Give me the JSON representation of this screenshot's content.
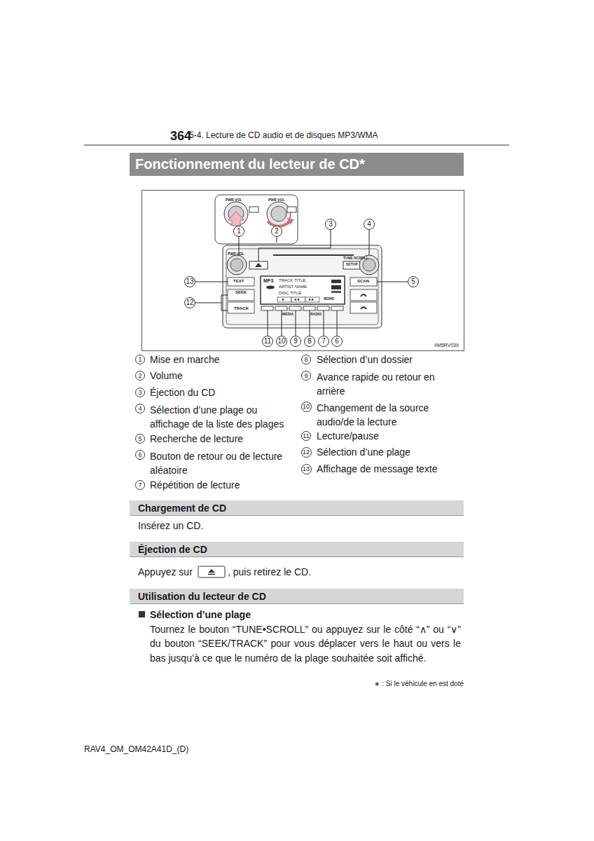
{
  "diagram": {
    "title": "Fonctionnement du lecteur de CD*",
    "nodes": [
      {
        "text": [
          "1"
        ]
      },
      {
        "text": [
          "2"
        ]
      },
      {
        "text": [
          "3"
        ]
      },
      {
        "text": [
          "4"
        ]
      },
      {
        "text": [
          "5"
        ]
      },
      {
        "text": [
          "6"
        ]
      },
      {
        "text": [
          "7"
        ]
      },
      {
        "text": [
          "8"
        ]
      },
      {
        "text": [
          "9"
        ]
      },
      {
        "text": [
          "10"
        ]
      },
      {
        "text": [
          "11"
        ]
      },
      {
        "text": [
          "12"
        ]
      },
      {
        "text": [
          "13"
        ]
      },
      {
        "text": [
          "1"
        ]
      },
      {
        "text": [
          "2"
        ]
      },
      {
        "text": [
          "3"
        ]
      },
      {
        "text": [
          "4"
        ]
      },
      {
        "text": [
          "5"
        ]
      },
      {
        "text": [
          "6"
        ]
      },
      {
        "text": [
          "7"
        ]
      },
      {
        "text": [
          "8"
        ]
      },
      {
        "text": [
          "9"
        ]
      },
      {
        "text": [
          "10"
        ]
      },
      {
        "text": [
          "11"
        ]
      },
      {
        "text": [
          "12"
        ]
      },
      {
        "text": [
          "13"
        ]
      },
      {
        "text": [
          "Chargement de CD"
        ]
      },
      {
        "text": [
          "Éjection de CD"
        ]
      },
      {
        "text": [
          "Utilisation du lecteur de CD"
        ]
      }
    ],
    "labels": [
      "364",
      "5-4. Lecture de CD audio et de disques MP3/WMA",
      "PWR·VOL",
      "PWR·VOL",
      "PWR·VOL",
      "TUNE·SCROLL",
      "SETUP",
      "TEXT",
      "SEEK",
      "TRACK",
      "SCAN",
      "MP3",
      "TRACK TITLE",
      "ARTIST NAME",
      "DISC TITLE",
      "MORE",
      "MEDIA",
      "RADIO",
      "IIM5RV039",
      "Mise en marche",
      "Volume",
      "Éjection du CD",
      "Sélection d’une plage ou affichage de la liste des plages",
      "Recherche de lecture",
      "Bouton de retour ou de lecture aléatoire",
      "Répétition de lecture",
      "Sélection d’un dossier",
      "Avance rapide ou retour en arrière",
      "Changement de la source audio/de la lecture",
      "Lecture/pause",
      "Sélection d’une plage",
      "Affichage de message texte",
      "Insérez un CD.",
      "Appuyez sur",
      ", puis retirez le CD.",
      "Sélection d’une plage",
      "Tournez le bouton “TUNE•SCROLL” ou appuyez sur le côté “∧” ou “∨” du bouton “SEEK/TRACK” pour vous déplacer vers le haut ou vers le bas jusqu’à ce que le numéro de la plage souhaitée soit affiché.",
      "∗ : Si le véhicule en est doté",
      "RAV4_OM_OM42A41D_(D)"
    ]
  }
}
